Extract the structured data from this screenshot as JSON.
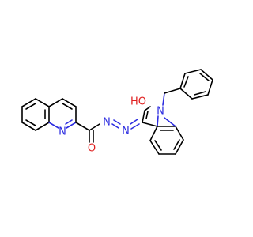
{
  "colors": {
    "background": "#ffffff",
    "bond": "#000000",
    "nitrogen": "#2d2de0",
    "oxygen": "#e02020"
  },
  "atoms": {
    "quinoline_n": "N",
    "azo_n_left": "N",
    "azo_n_right": "N",
    "indole_n": "N",
    "carbonyl_o": "O",
    "hydroxyl_o": "HO"
  }
}
